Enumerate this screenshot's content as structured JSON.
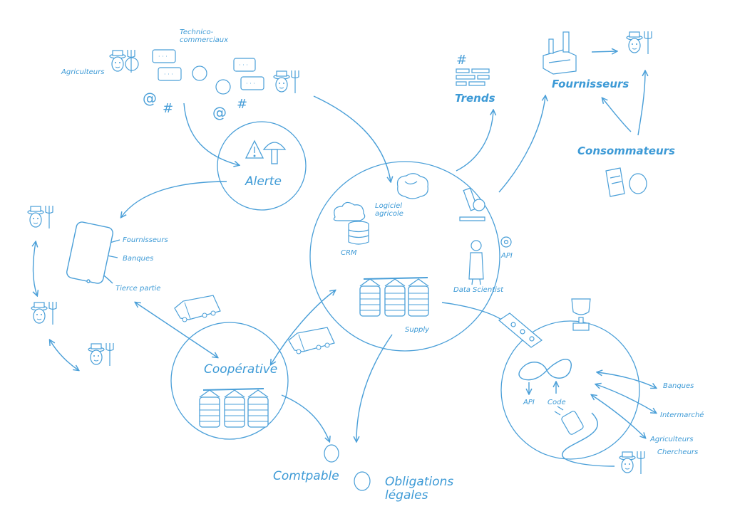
{
  "colors": {
    "stroke": "#4a9fd8",
    "text": "#3d9ad6",
    "fill_light": "#e8f3fb"
  },
  "labels": {
    "technico": "Technico-\ncommerciaux",
    "agriculteurs_top": "Agriculteurs",
    "alerte": "Alerte",
    "trends": "Trends",
    "fournisseurs_top": "Fournisseurs",
    "consommateurs": "Consommateurs",
    "logiciel": "Logiciel\nagricole",
    "crm": "CRM",
    "api_top": "API",
    "data_scientist": "Data Scientist",
    "supply": "Supply",
    "phone_fournisseurs": "Fournisseurs",
    "phone_banques": "Banques",
    "tierce": "Tierce partie",
    "cooperative": "Coopérative",
    "comptable": "Comtpable",
    "obligations": "Obligations\nlégales",
    "api_bottom": "API",
    "code": "Code",
    "banques_right": "Banques",
    "intermarche": "Intermarché",
    "agriculteurs_right": "Agriculteurs",
    "chercheurs": "Chercheurs"
  },
  "icons": [
    "farmer-icon",
    "speech-bubble-icon",
    "at-sign-icon",
    "hashtag-icon",
    "warning-icon",
    "mushroom-icon",
    "brain-icon",
    "cloud-icon",
    "database-icon",
    "microscope-icon",
    "gear-icon",
    "scientist-icon",
    "silo-icon",
    "truck-icon",
    "phone-icon",
    "factory-icon",
    "receipt-icon",
    "trophy-icon",
    "infinity-icon",
    "power-strip-icon",
    "plug-icon",
    "person-icon"
  ]
}
